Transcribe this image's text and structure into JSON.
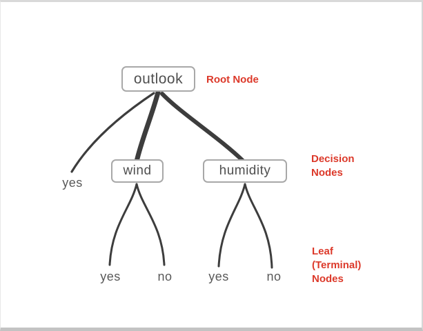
{
  "diagram": {
    "type": "decision-tree",
    "nodes": {
      "root": "outlook",
      "decision_left": "wind",
      "decision_right": "humidity"
    },
    "leaves": {
      "outlook_yes": "yes",
      "wind_yes": "yes",
      "wind_no": "no",
      "humidity_yes": "yes",
      "humidity_no": "no"
    },
    "annotations": {
      "root": "Root Node",
      "decision_lines": [
        "Decision",
        "Nodes"
      ],
      "leaf_lines": [
        "Leaf",
        "(Terminal)",
        "Nodes"
      ]
    },
    "colors": {
      "annotation_red": "#dc392a",
      "edge_dark": "#3d3d3d",
      "node_border_gray": "#a8a8a8",
      "node_text_gray": "#4f4f4f"
    }
  }
}
